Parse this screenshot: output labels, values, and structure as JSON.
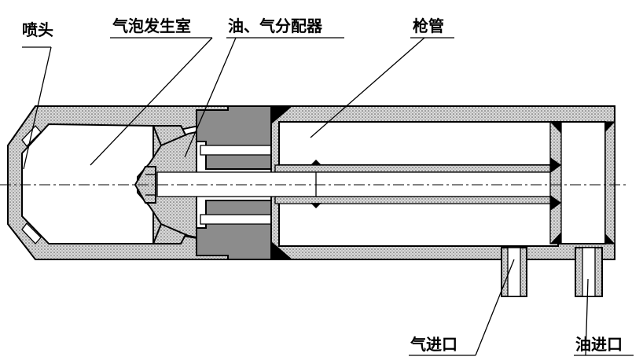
{
  "labels": {
    "nozzle": "喷头",
    "bubble_chamber": "气泡发生室",
    "distributor": "油、气分配器",
    "barrel": "枪管",
    "gas_inlet": "气进口",
    "oil_inlet": "油进口"
  },
  "colors": {
    "dark_fill": "#8c8c8c",
    "dotted_fill_bg": "#d9d9d9",
    "dot_color": "#5a5a5a",
    "line": "#000000",
    "background": "#ffffff"
  }
}
